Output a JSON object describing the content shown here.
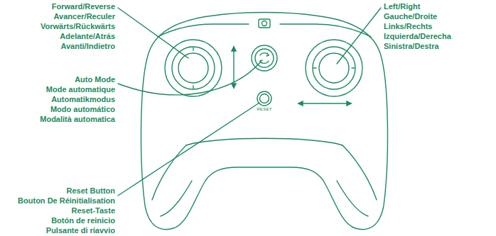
{
  "diagram": {
    "labels": [
      "Forward/Reverse",
      "Avancer/Reculer",
      "Vorwärts/Rückwärts",
      "Adelante/Atrás",
      "Avanti/Indietro",
      "Left/Right",
      "Gauche/Droite",
      "Links/Rechts",
      "Izquierda/Derecha",
      "Sinistra/Destra",
      "Auto Mode",
      "Mode automatique",
      "Automatikmodus",
      "Modo automático",
      "Modalità automatica",
      "Reset Button",
      "Bouton De Réinitialisation",
      "Reset-Taste",
      "Botón de reinicio",
      "Pulsante di riavvio",
      "RESET"
    ]
  }
}
